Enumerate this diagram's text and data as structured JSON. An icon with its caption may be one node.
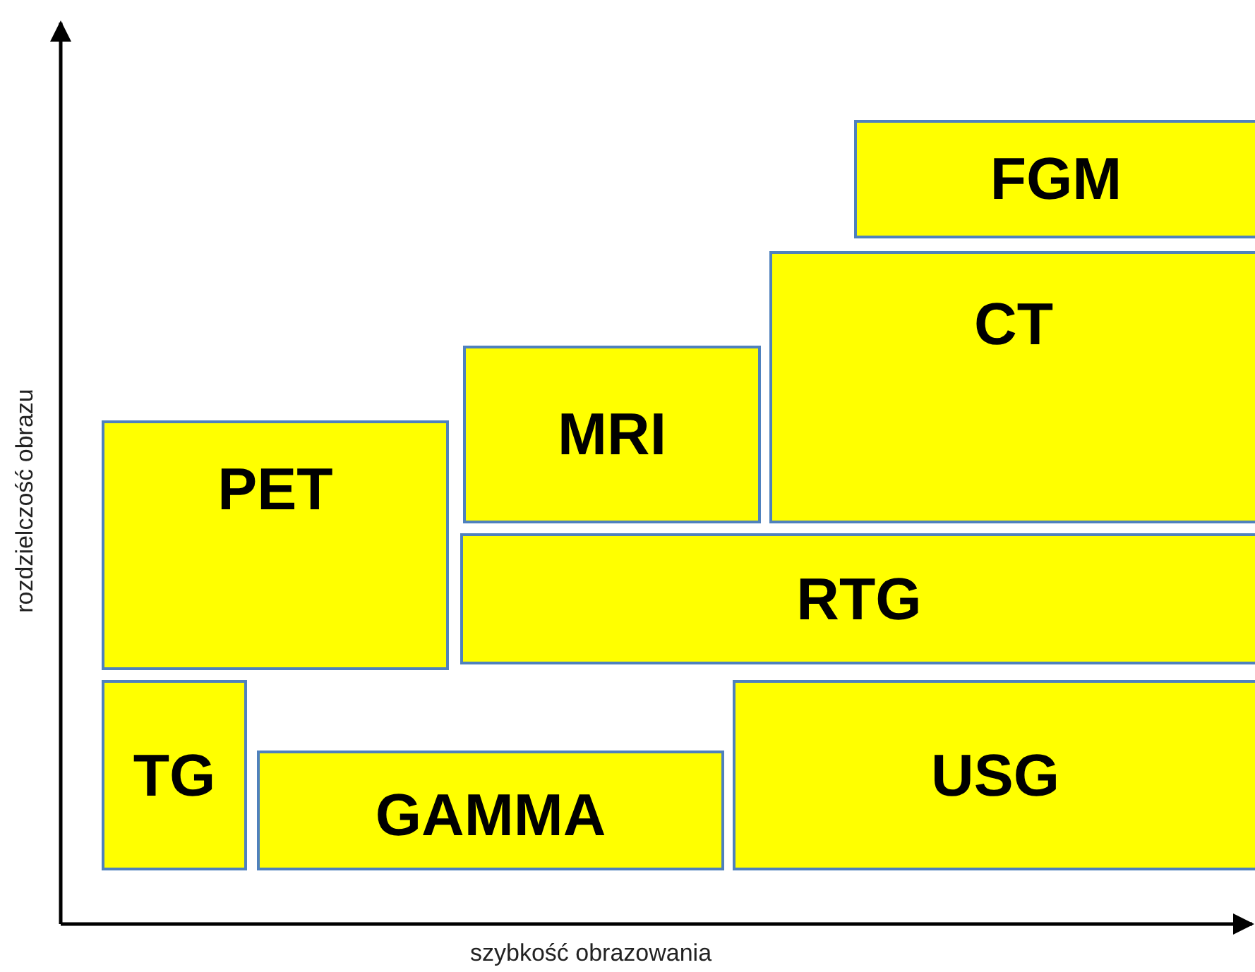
{
  "diagram": {
    "nodes": [
      {
        "text": [
          "FGM"
        ]
      },
      {
        "text": [
          "CT"
        ]
      },
      {
        "text": [
          "MRI"
        ]
      },
      {
        "text": [
          "PET"
        ]
      },
      {
        "text": [
          "RTG"
        ]
      },
      {
        "text": [
          "TG"
        ]
      },
      {
        "text": [
          "GAMMA"
        ]
      },
      {
        "text": [
          "USG"
        ]
      }
    ],
    "labels": [
      "rozdzielczość obrazu",
      "szybkość obrazowania"
    ]
  }
}
